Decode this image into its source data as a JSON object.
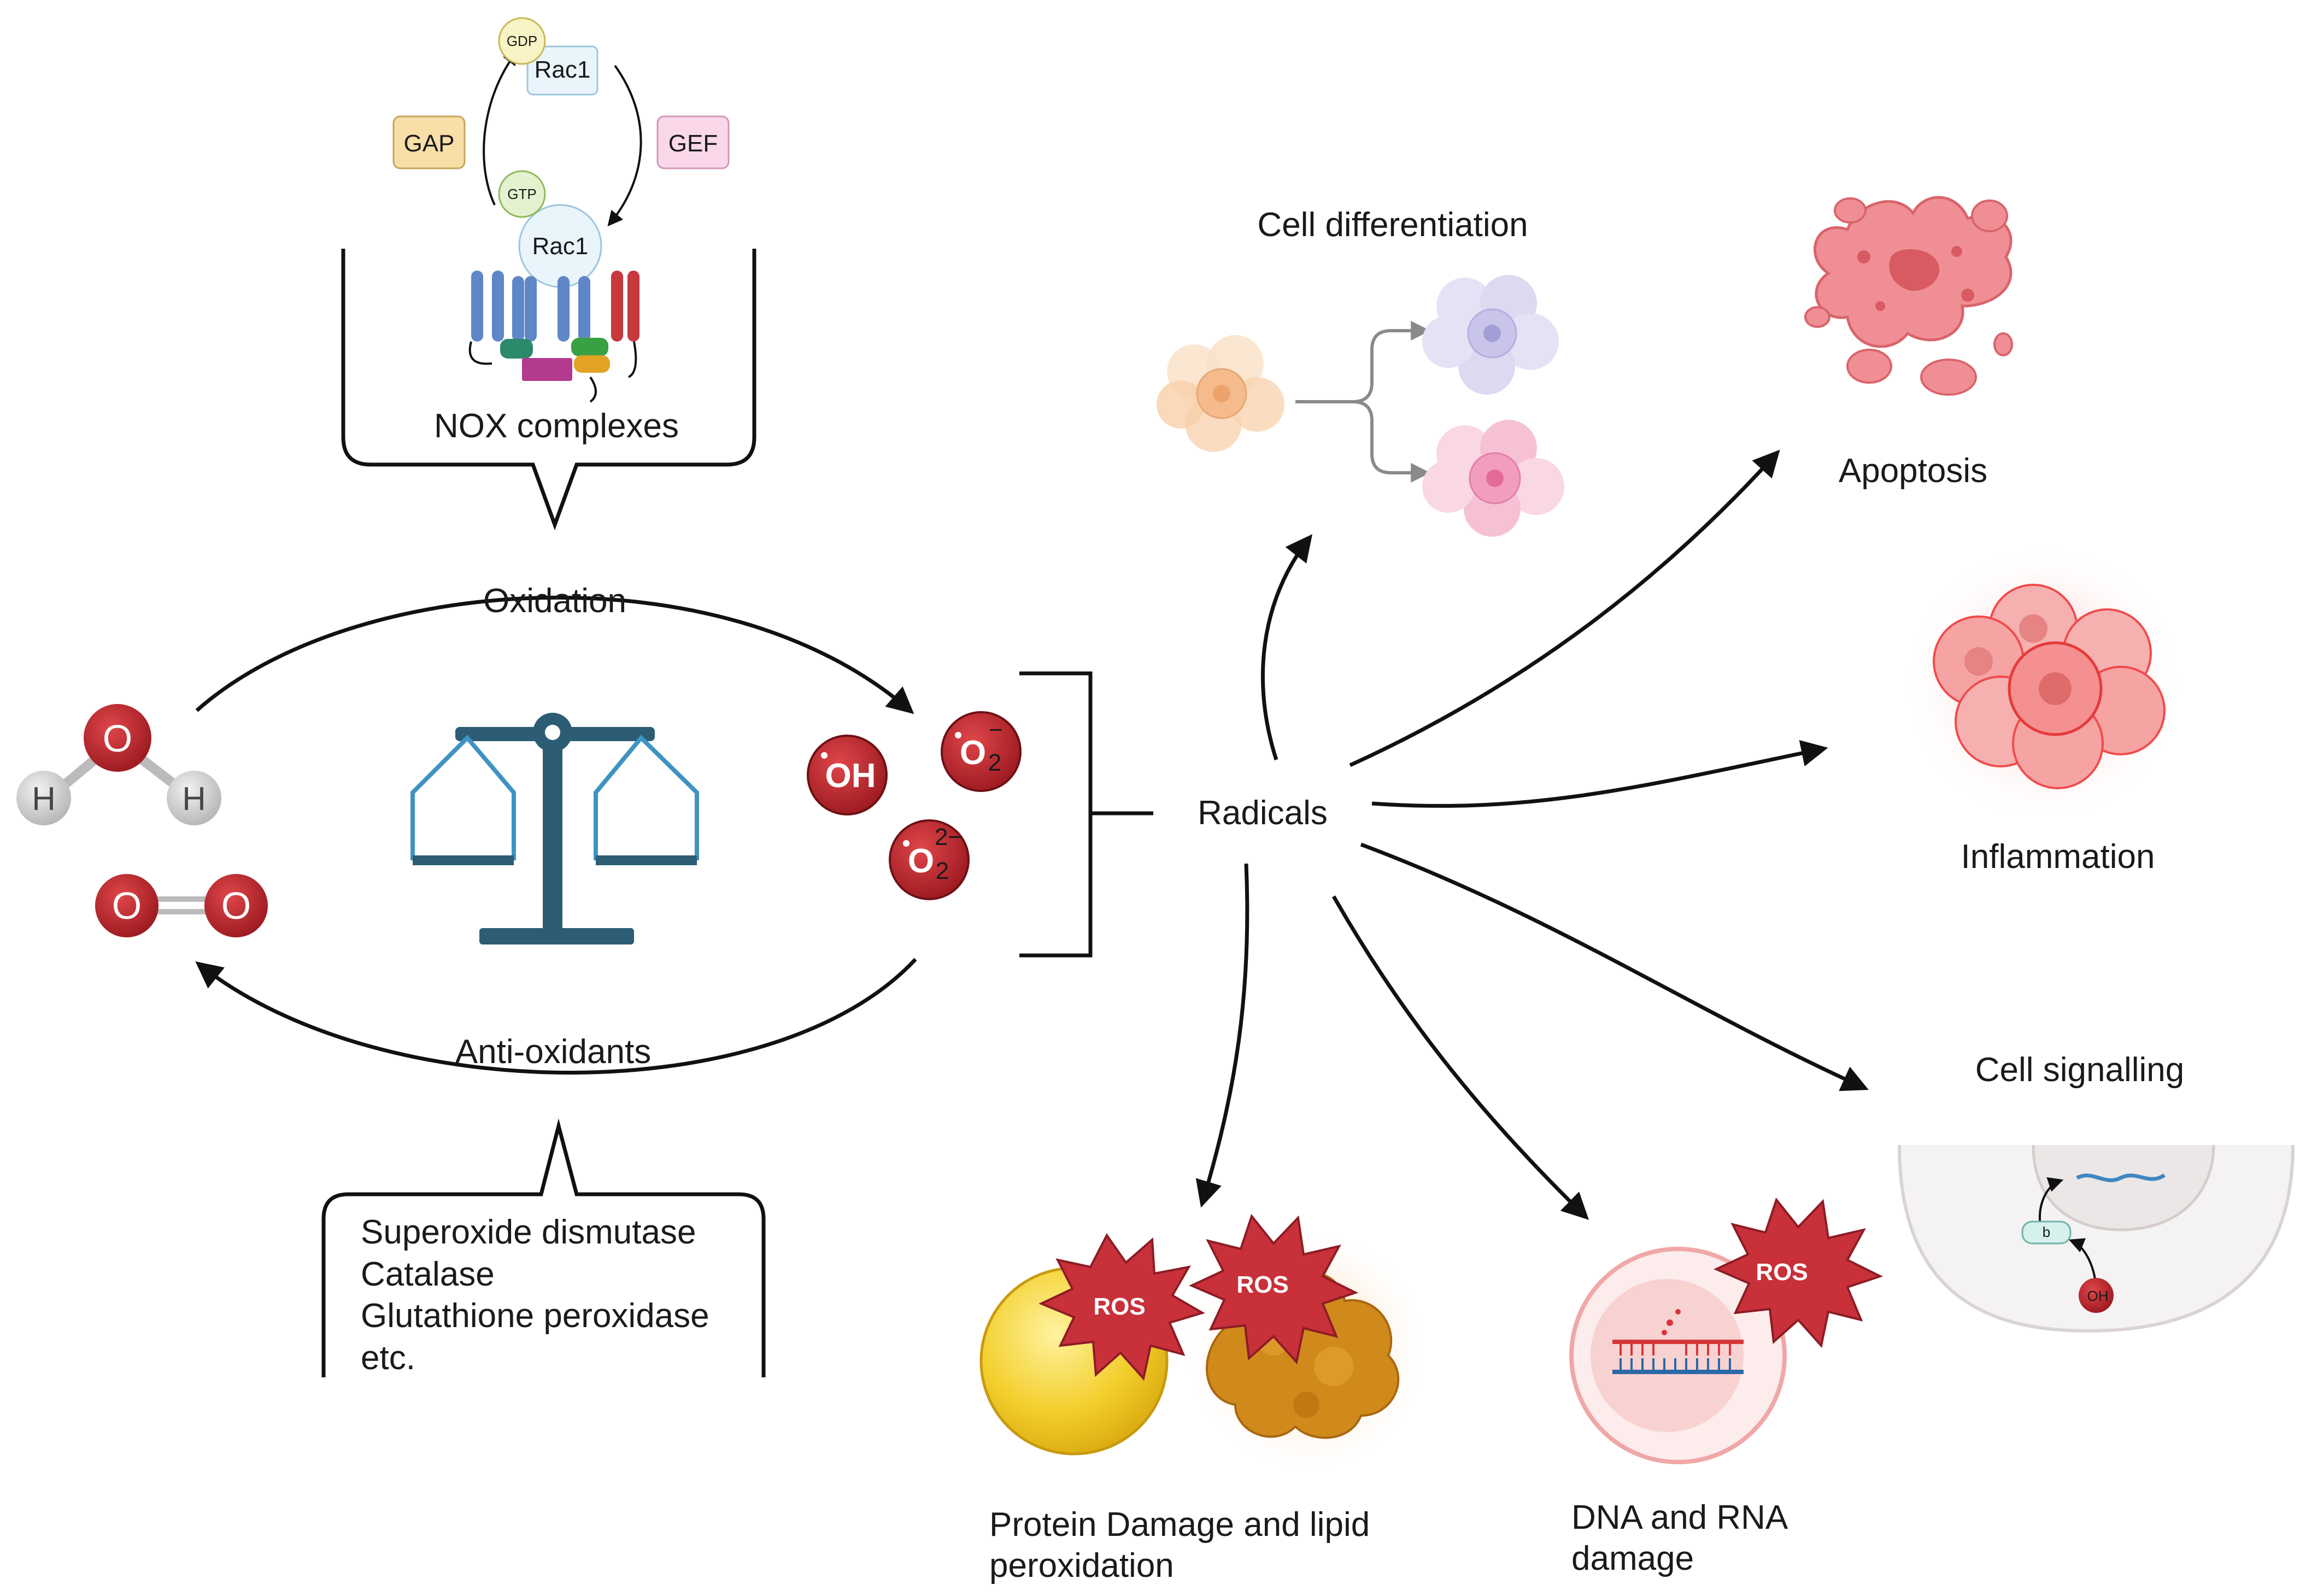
{
  "nox": {
    "label": "NOX complexes",
    "rac1_top": "Rac1",
    "rac1_bottom": "Rac1",
    "gdp": "GDP",
    "gtp": "GTP",
    "gap": "GAP",
    "gef": "GEF"
  },
  "balance": {
    "oxidation": "Oxidation",
    "antioxidants": "Anti-oxidants"
  },
  "molecules": {
    "water_o": "O",
    "water_h1": "H",
    "water_h2": "H",
    "oxygen_o1": "O",
    "oxygen_o2": "O"
  },
  "radical_species": {
    "hydroxyl": "OH",
    "superoxide": "O",
    "superoxide_sub": "2",
    "superoxide_charge": "−",
    "peroxide": "O",
    "peroxide_sub": "2",
    "peroxide_charge": "2−"
  },
  "antioxidant_list": [
    "Superoxide dismutase",
    "Catalase",
    "Glutathione peroxidase",
    "etc."
  ],
  "center": {
    "label": "Radicals"
  },
  "outcomes": {
    "cell_differentiation": "Cell differentiation",
    "apoptosis": "Apoptosis",
    "inflammation": "Inflammation",
    "cell_signalling": "Cell signalling",
    "protein_damage_line1": "Protein Damage and lipid",
    "protein_damage_line2": "peroxidation",
    "dna_damage_line1": "DNA and RNA",
    "dna_damage_line2": "damage"
  },
  "ros_labels": {
    "ros1": "ROS",
    "ros2": "ROS",
    "ros3": "ROS"
  },
  "signalling_inset": {
    "b_label": "b",
    "oh_label": "OH"
  },
  "colors": {
    "radical_red": "#b8242a",
    "scale_blue": "#2c5d75",
    "pan_blue": "#3f93c2",
    "apoptosis_pink": "#ef8f95",
    "inflammation_red": "#f04b4b",
    "lipid_yellow": "#f3cf2d",
    "protein_orange": "#d08a1c"
  }
}
